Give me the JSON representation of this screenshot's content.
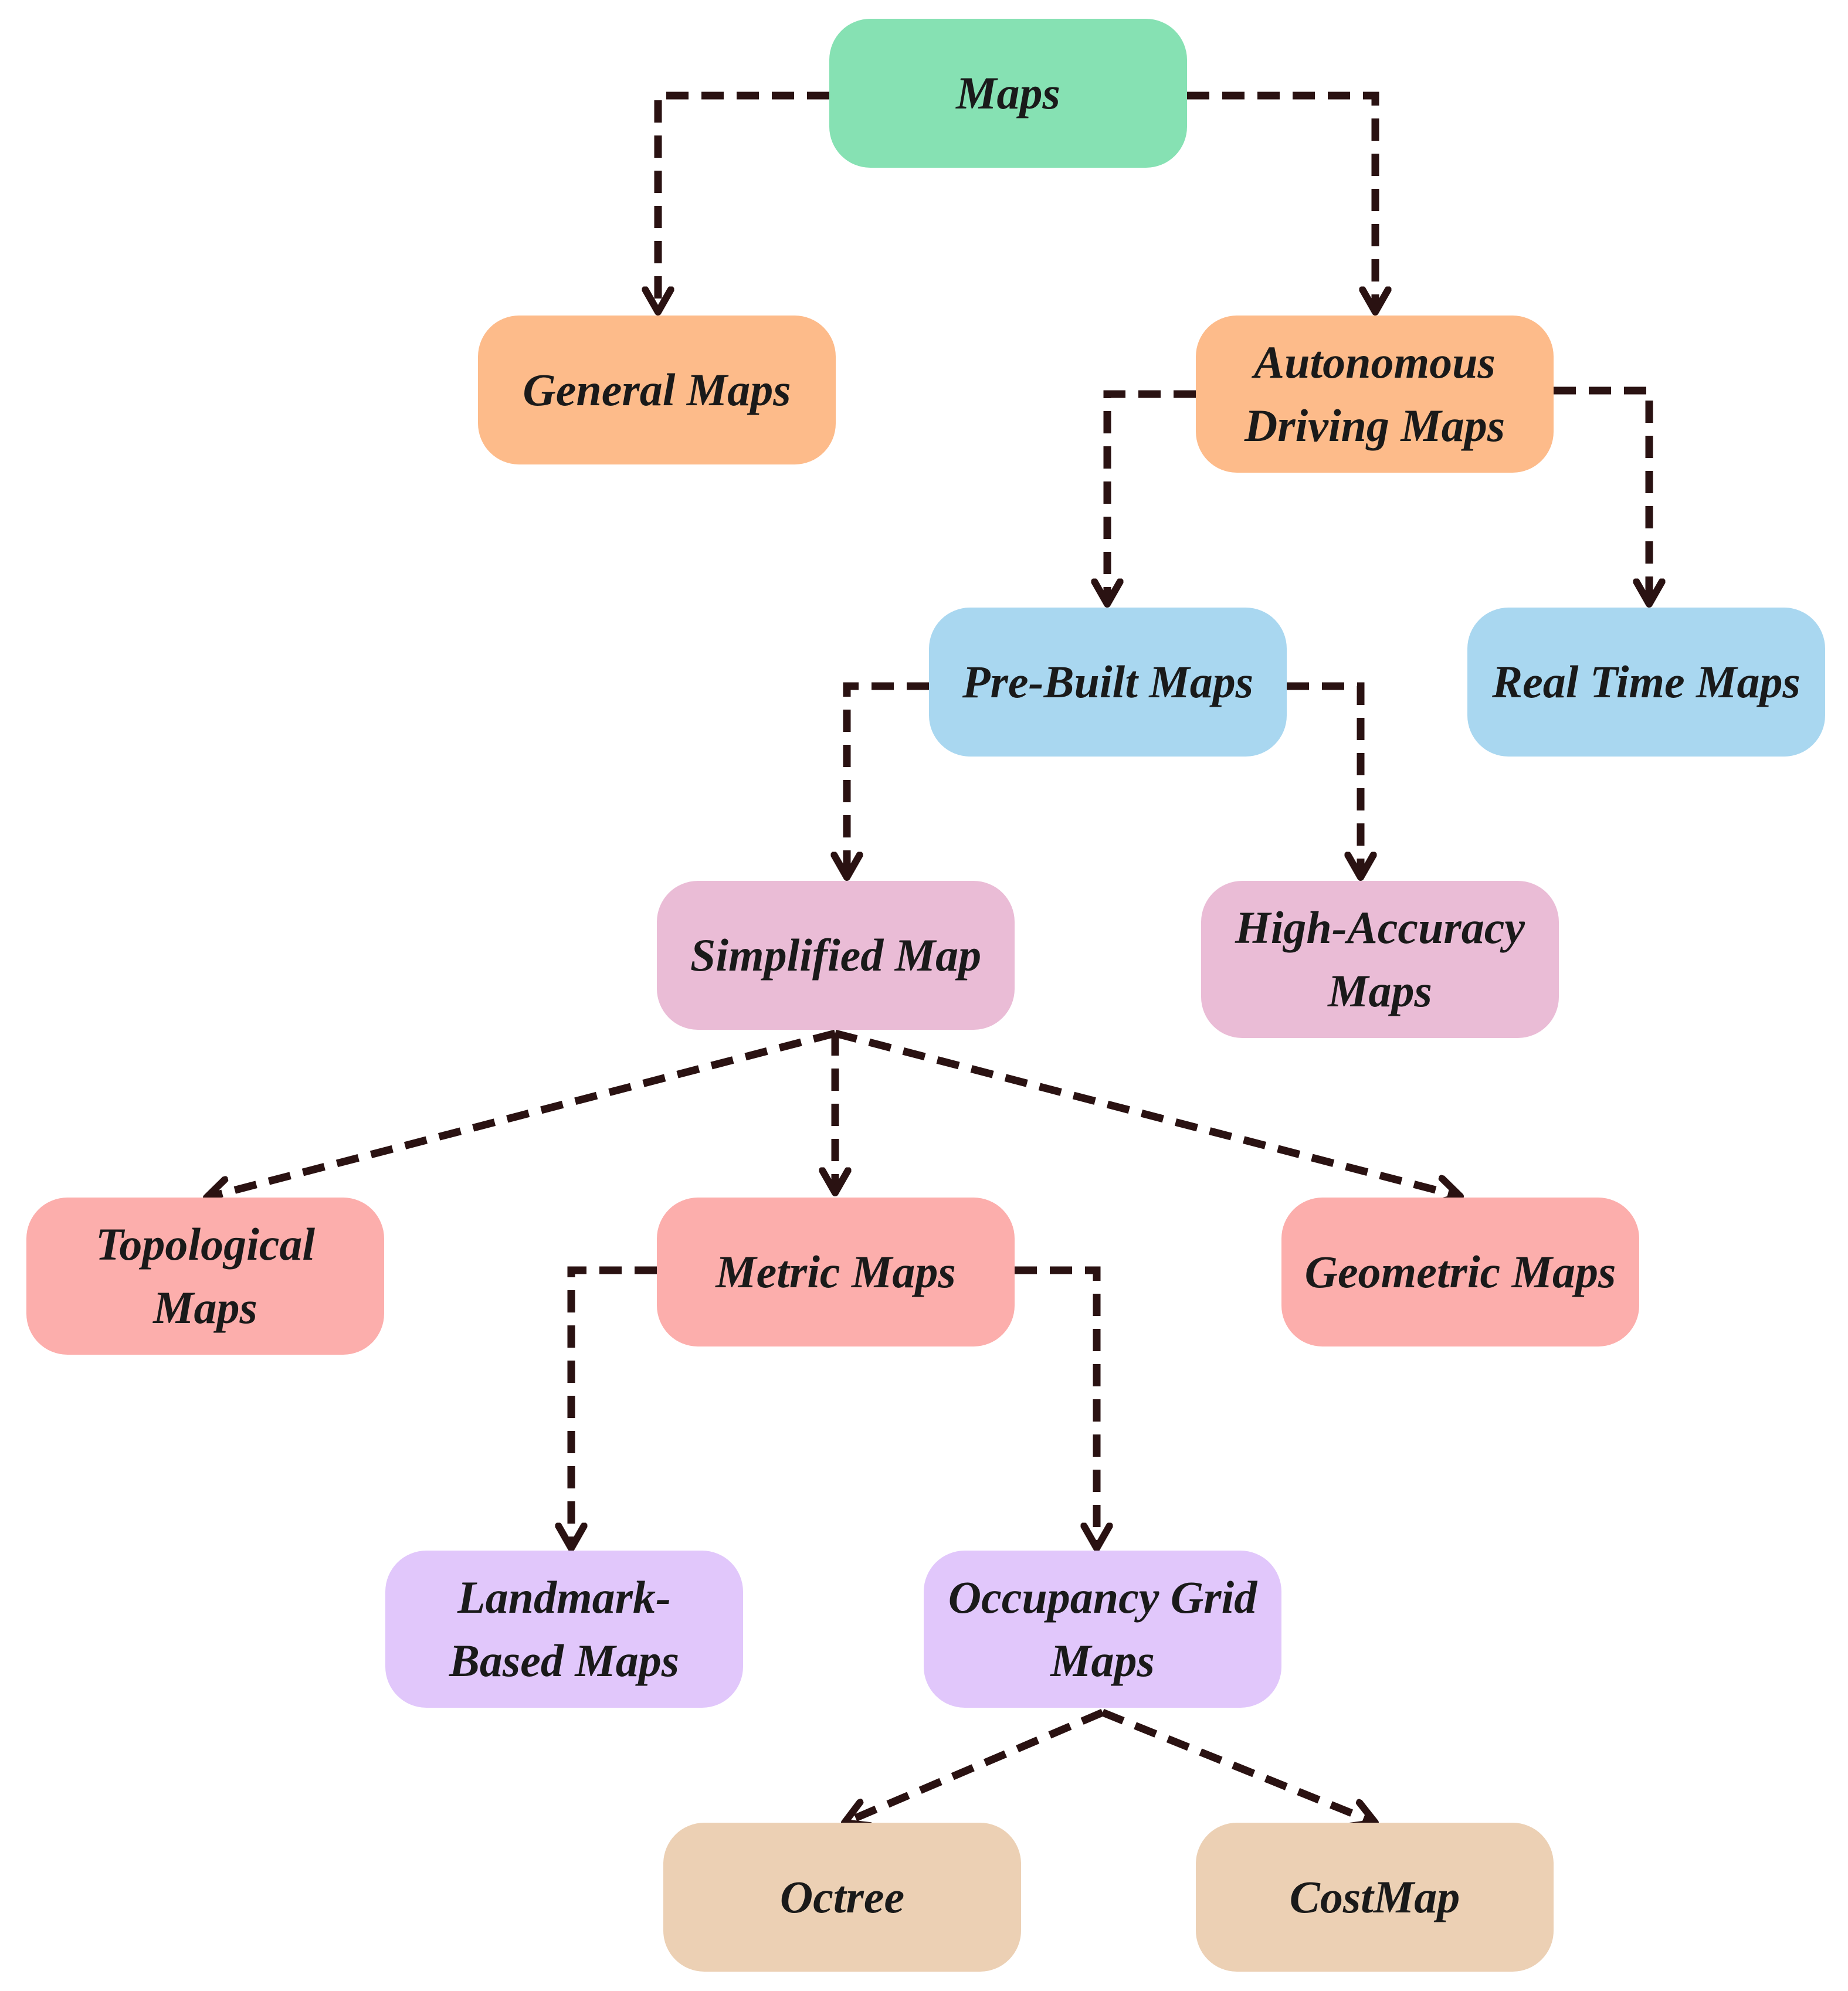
{
  "diagram": {
    "nodes": {
      "maps": {
        "lines": [
          "Maps"
        ]
      },
      "general": {
        "lines": [
          "General Maps"
        ]
      },
      "autonomous": {
        "lines": [
          "Autonomous",
          "Driving Maps"
        ]
      },
      "prebuilt": {
        "lines": [
          "Pre-Built Maps"
        ]
      },
      "realtime": {
        "lines": [
          "Real Time Maps"
        ]
      },
      "simplified": {
        "lines": [
          "Simplified Map"
        ]
      },
      "highacc": {
        "lines": [
          "High-Accuracy",
          "Maps"
        ]
      },
      "topological": {
        "lines": [
          "Topological",
          "Maps"
        ]
      },
      "metric": {
        "lines": [
          "Metric Maps"
        ]
      },
      "geometric": {
        "lines": [
          "Geometric Maps"
        ]
      },
      "landmark": {
        "lines": [
          "Landmark-",
          "Based Maps"
        ]
      },
      "occupancy": {
        "lines": [
          "Occupancy Grid",
          "Maps"
        ]
      },
      "octree": {
        "lines": [
          "Octree"
        ]
      },
      "costmap": {
        "lines": [
          "CostMap"
        ]
      }
    },
    "edges": [
      {
        "from": "maps",
        "to": "general"
      },
      {
        "from": "maps",
        "to": "autonomous"
      },
      {
        "from": "autonomous",
        "to": "prebuilt"
      },
      {
        "from": "autonomous",
        "to": "realtime"
      },
      {
        "from": "prebuilt",
        "to": "simplified"
      },
      {
        "from": "prebuilt",
        "to": "highacc"
      },
      {
        "from": "simplified",
        "to": "topological"
      },
      {
        "from": "simplified",
        "to": "metric"
      },
      {
        "from": "simplified",
        "to": "geometric"
      },
      {
        "from": "metric",
        "to": "landmark"
      },
      {
        "from": "metric",
        "to": "occupancy"
      },
      {
        "from": "occupancy",
        "to": "octree"
      },
      {
        "from": "occupancy",
        "to": "costmap"
      }
    ],
    "colors": {
      "green": "#86e1b3",
      "orange": "#fdbb8a",
      "blue": "#a9d7f0",
      "pink": "#eabcd6",
      "red": "#fcaeac",
      "purple": "#e1c7fb",
      "tan": "#ecd0b4",
      "connector": "#2a1212"
    },
    "connector_style": "dashed-arrow"
  }
}
